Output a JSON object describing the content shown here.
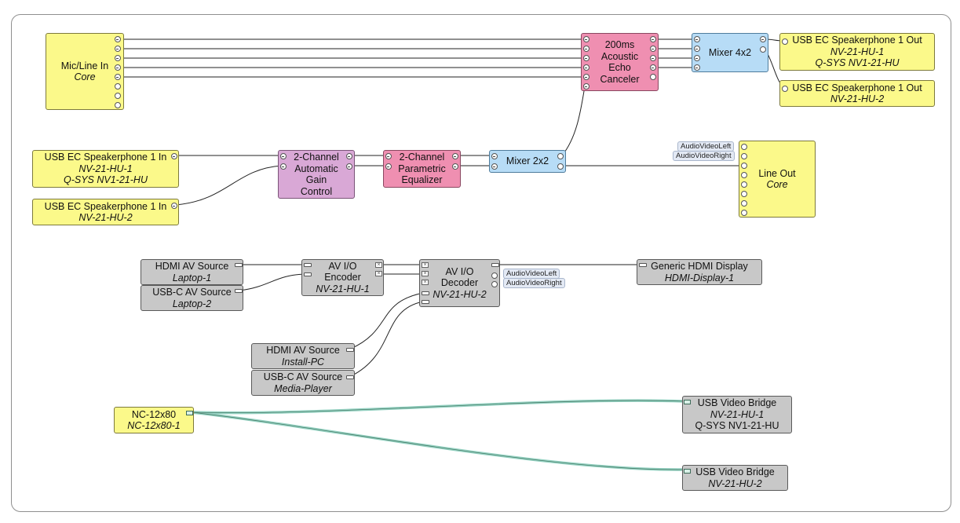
{
  "blocks": {
    "mic_line_in": {
      "line1": "Mic/Line In",
      "line2": "Core"
    },
    "aec": {
      "lines": [
        "200ms",
        "Acoustic",
        "Echo",
        "Canceler"
      ]
    },
    "mixer4x2": {
      "line1": "Mixer 4x2"
    },
    "usb_out_1": {
      "line1": "USB EC Speakerphone 1 Out",
      "line2": "NV-21-HU-1",
      "line3": "Q-SYS NV1-21-HU"
    },
    "usb_out_2": {
      "line1": "USB EC Speakerphone 1 Out",
      "line2": "NV-21-HU-2"
    },
    "usb_in_1": {
      "line1": "USB EC Speakerphone 1 In",
      "line2": "NV-21-HU-1",
      "line3": "Q-SYS NV1-21-HU"
    },
    "usb_in_2": {
      "line1": "USB EC Speakerphone 1 In",
      "line2": "NV-21-HU-2"
    },
    "agc": {
      "lines": [
        "2-Channel",
        "Automatic",
        "Gain",
        "Control"
      ]
    },
    "peq": {
      "lines": [
        "2-Channel",
        "Parametric",
        "Equalizer"
      ]
    },
    "mixer2x2": {
      "line1": "Mixer 2x2"
    },
    "line_out": {
      "line1": "Line Out",
      "line2": "Core"
    },
    "hdmi_src_laptop": {
      "line1": "HDMI AV Source",
      "line2": "Laptop-1"
    },
    "usbc_src_laptop": {
      "line1": "USB-C AV Source",
      "line2": "Laptop-2"
    },
    "encoder": {
      "line1": "AV I/O",
      "line2": "Encoder",
      "line3": "NV-21-HU-1"
    },
    "decoder": {
      "line1": "AV I/O",
      "line2": "Decoder",
      "line3": "NV-21-HU-2"
    },
    "hdmi_display": {
      "line1": "Generic HDMI Display",
      "line2": "HDMI-Display-1"
    },
    "hdmi_src_pc": {
      "line1": "HDMI AV Source",
      "line2": "Install-PC"
    },
    "usbc_src_media": {
      "line1": "USB-C AV Source",
      "line2": "Media-Player"
    },
    "nc": {
      "line1": "NC-12x80",
      "line2": "NC-12x80-1"
    },
    "video_bridge_1": {
      "line1": "USB Video Bridge",
      "line2": "NV-21-HU-1",
      "line3": "Q-SYS NV1-21-HU"
    },
    "video_bridge_2": {
      "line1": "USB Video Bridge",
      "line2": "NV-21-HU-2"
    }
  },
  "tags": {
    "lineout_left": "AudioVideoLeft",
    "lineout_right": "AudioVideoRight",
    "decoder_left": "AudioVideoLeft",
    "decoder_right": "AudioVideoRight"
  },
  "colors": {
    "core_block": "#fbf98a",
    "device_block": "#c8c8c8",
    "processing_block": "#ef8fb1",
    "agc_block": "#d9a8d6",
    "mixer_block": "#b7dcf6",
    "network_wire": "#8fd0bf",
    "audio_wire": "#222222"
  }
}
